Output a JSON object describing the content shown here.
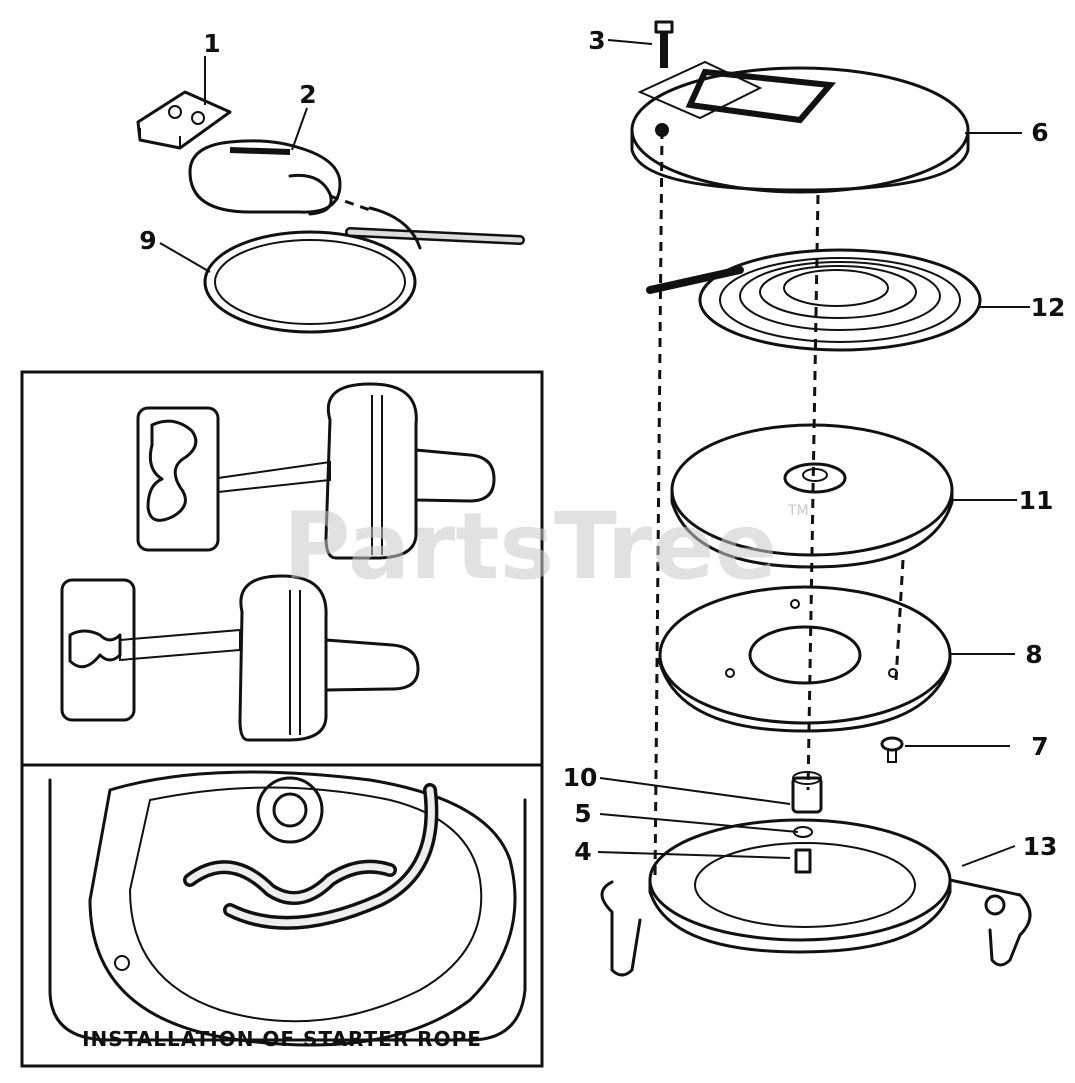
{
  "callouts": {
    "c1": "1",
    "c2": "2",
    "c3": "3",
    "c4": "4",
    "c5": "5",
    "c6": "6",
    "c7": "7",
    "c8": "8",
    "c9": "9",
    "c10": "10",
    "c11": "11",
    "c12": "12",
    "c13": "13"
  },
  "inset_caption": "INSTALLATION OF STARTER ROPE",
  "watermark": {
    "text": "PartsTree",
    "tm": "TM"
  }
}
